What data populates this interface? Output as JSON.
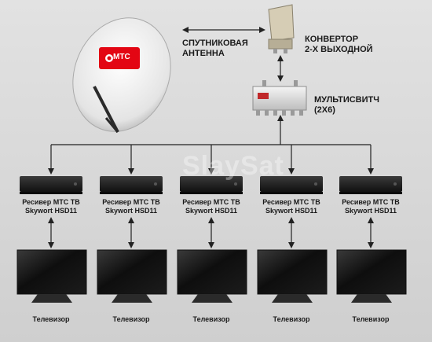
{
  "dish": {
    "logo_text": "МТС"
  },
  "labels": {
    "antenna": [
      "СПУТНИКОВАЯ",
      "АНТЕННА"
    ],
    "converter": [
      "КОНВЕРТОР",
      "2-Х ВЫХОДНОЙ"
    ],
    "multiswitch": [
      "МУЛЬТИСВИТЧ",
      "(2Х6)"
    ]
  },
  "receivers": [
    {
      "line1": "Ресивер МТС ТВ",
      "line2": "Skywort HSD11"
    },
    {
      "line1": "Ресивер МТС ТВ",
      "line2": "Skywort HSD11"
    },
    {
      "line1": "Ресивер МТС ТВ",
      "line2": "Skywort HSD11"
    },
    {
      "line1": "Ресивер МТС ТВ",
      "line2": "Skywort HSD11"
    },
    {
      "line1": "Ресивер МТС ТВ",
      "line2": "Skywort HSD11"
    }
  ],
  "tvs": [
    {
      "label": "Телевизор"
    },
    {
      "label": "Телевизор"
    },
    {
      "label": "Телевизор"
    },
    {
      "label": "Телевизор"
    },
    {
      "label": "Телевизор"
    }
  ],
  "watermark": "SlaySat",
  "colors": {
    "mts_red": "#e30613",
    "arrow": "#222222",
    "device": "#1e1e1e"
  }
}
